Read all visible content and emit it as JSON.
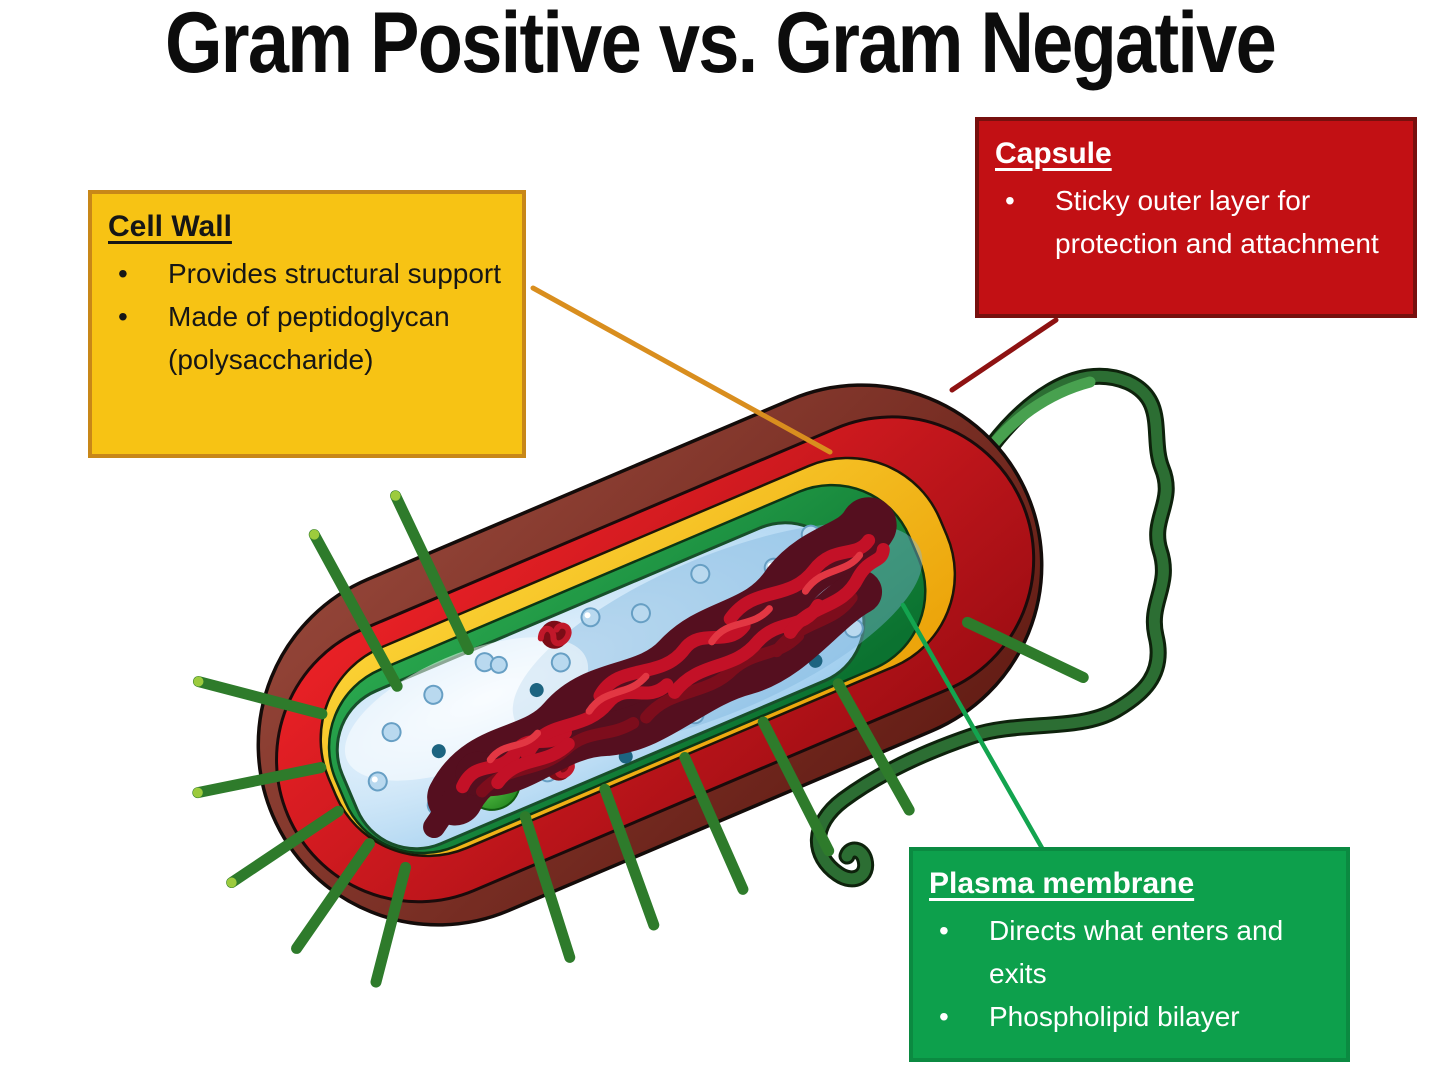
{
  "page": {
    "title": "Gram Positive vs. Gram Negative",
    "background": "#ffffff"
  },
  "callouts": {
    "cell_wall": {
      "title": "Cell Wall",
      "bullets": [
        "Provides structural support",
        "Made of peptidoglycan (polysaccharide)"
      ],
      "bg": "#F7C314",
      "border": "#C88718",
      "text": "#161616"
    },
    "capsule": {
      "title": "Capsule",
      "bullets": [
        "Sticky outer layer for protection and attachment"
      ],
      "bg": "#C21014",
      "border": "#77100E",
      "text": "#FFFFFF"
    },
    "plasma_membrane": {
      "title": "Plasma membrane",
      "bullets": [
        "Directs what enters and exits",
        "Phospholipid bilayer"
      ],
      "bg": "#0DA04C",
      "border": "#0B8A41",
      "text": "#FFFFFF"
    }
  },
  "diagram": {
    "subject": "bacterium-cross-section",
    "colors": {
      "capsule_outer_light": "#96473a",
      "capsule_outer_dark": "#641d15",
      "capsule_cut_light": "#ee2227",
      "capsule_cut_dark": "#9e0d13",
      "cell_wall_light": "#fbd335",
      "cell_wall_dark": "#eca50b",
      "membrane_light": "#2aa84e",
      "membrane_dark": "#0b7230",
      "cytoplasm_light": "#f2f9ff",
      "cytoplasm_dark": "#9ecdee",
      "nucleoid_base": "#550f1f",
      "nucleoid_rope": "#c31127",
      "nucleoid_rope_dark": "#7d0d1c",
      "nucleoid_highlight": "#e23743",
      "ribosome_fill": "#b9d9ef",
      "ribosome_rim": "#679fc4",
      "ribosome_dark": "#1d6480",
      "green_sphere": "#3da433",
      "pili": "#2e7b2b",
      "flagellum": "#2c6e33",
      "flagellum_outline": "#0e220c",
      "pointer_cell_wall": "#d98e1e",
      "pointer_capsule": "#8e1212",
      "pointer_membrane": "#13a44f"
    }
  }
}
